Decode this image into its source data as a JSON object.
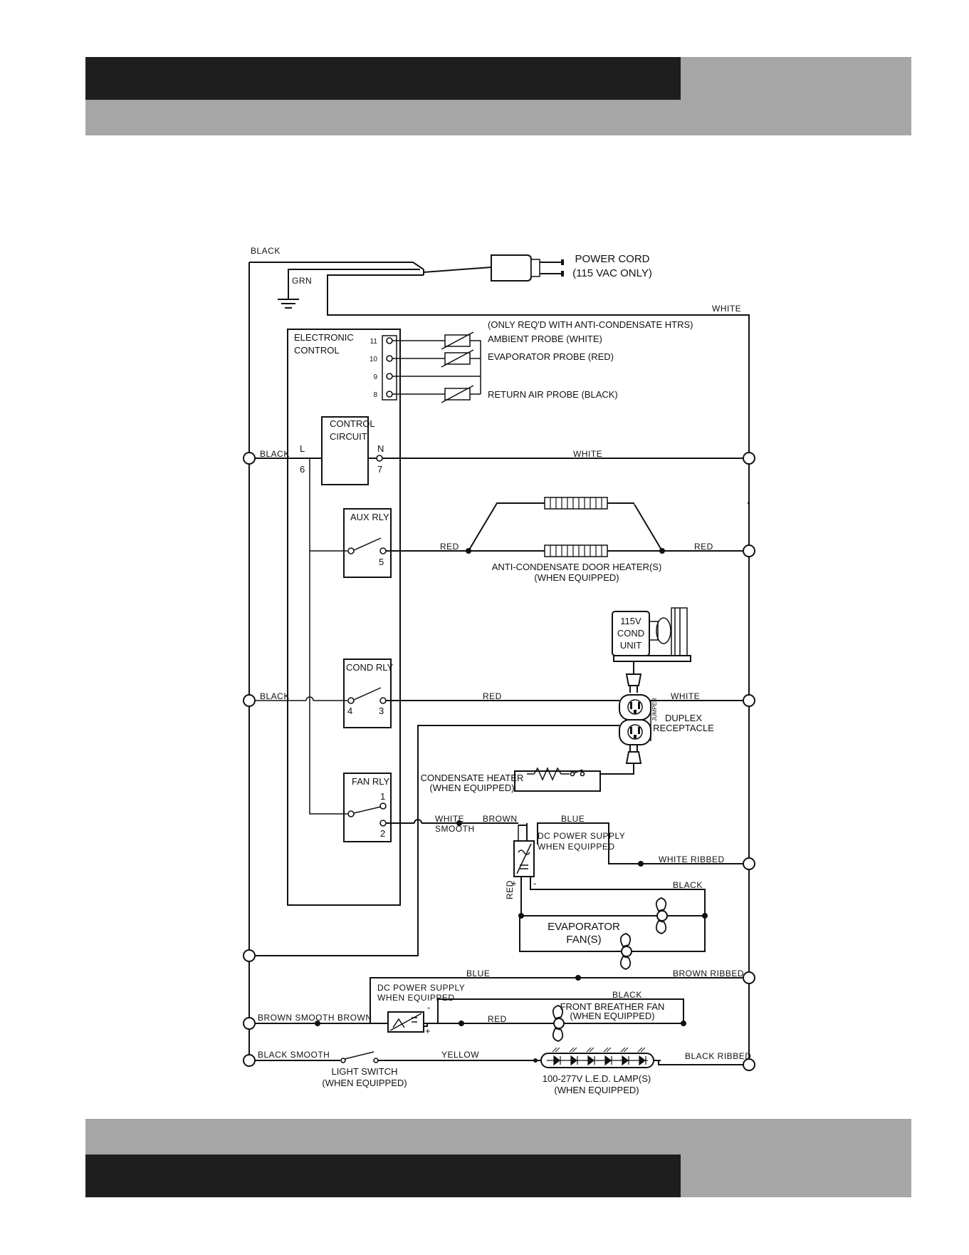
{
  "colors": {
    "dark_band": "#1e1e1e",
    "grey_band": "#a6a6a6",
    "line": "#111111"
  },
  "power_cord": {
    "line1": "POWER CORD",
    "line2": "(115 VAC ONLY)"
  },
  "electronic_control": {
    "line1": "ELECTRONIC",
    "line2": "CONTROL"
  },
  "probe_terminals": [
    "11",
    "10",
    "9",
    "8"
  ],
  "probes": {
    "note": "(ONLY REQ'D WITH ANTI-CONDENSATE HTRS)",
    "ambient": "AMBIENT PROBE (WHITE)",
    "evaporator": "EVAPORATOR PROBE (RED)",
    "return_air": "RETURN AIR PROBE (BLACK)"
  },
  "control_circuit": {
    "line1": "CONTROL",
    "line2": "CIRCUIT",
    "l": "L",
    "l_num": "6",
    "n": "N",
    "n_num": "7"
  },
  "aux_rly": {
    "label": "AUX RLY",
    "pin": "5"
  },
  "cond_rly": {
    "label": "COND RLY",
    "pin_a": "4",
    "pin_b": "3"
  },
  "fan_rly": {
    "label": "FAN RLY",
    "pin_1": "1",
    "pin_2": "2"
  },
  "anti_heater": {
    "line1": "ANTI-CONDENSATE DOOR HEATER(S)",
    "line2": "(WHEN EQUIPPED)"
  },
  "cond_unit": {
    "line1": "115V",
    "line2": "COND",
    "line3": "UNIT"
  },
  "duplex": {
    "line1": "DUPLEX",
    "line2": "RECEPTACLE",
    "jumper": "JUMPER"
  },
  "condensate_heater": {
    "line1": "CONDENSATE HEATER",
    "line2": "(WHEN EQUIPPED)"
  },
  "dc_supply_1": {
    "line1": "DC POWER SUPPLY",
    "line2": "WHEN EQUIPPED"
  },
  "dc_supply_2": {
    "line1": "DC POWER SUPPLY",
    "line2": "WHEN EQUIPPED"
  },
  "evap_fans": {
    "line1": "EVAPORATOR",
    "line2": "FAN(S)"
  },
  "front_fan": {
    "line1": "FRONT BREATHER FAN",
    "line2": "(WHEN EQUIPPED)"
  },
  "light_switch": {
    "line1": "LIGHT SWITCH",
    "line2": "(WHEN EQUIPPED)"
  },
  "led_lamp": {
    "line1": "100-277V L.E.D. LAMP(S)",
    "line2": "(WHEN EQUIPPED)"
  },
  "polarity": {
    "plus": "+",
    "minus": "-"
  },
  "wires": {
    "black_top": "BLACK",
    "grn": "GRN",
    "white_top": "WHITE",
    "black_l6": "BLACK",
    "white_n7": "WHITE",
    "red_aux": "RED",
    "red_aux_right": "RED",
    "black_cond": "BLACK",
    "red_cond": "RED",
    "white_cond": "WHITE",
    "white_smooth_1": "WHITE",
    "white_smooth_2": "SMOOTH",
    "brown_fan": "BROWN",
    "blue_fan": "BLUE",
    "white_ribbed": "WHITE RIBBED",
    "red_vert": "RED",
    "black_evap": "BLACK",
    "blue_lower": "BLUE",
    "brown_ribbed": "BROWN RIBBED",
    "black_front": "BLACK",
    "brown_smooth": "BROWN SMOOTH",
    "brown_front": "BROWN",
    "red_front": "RED",
    "black_smooth": "BLACK SMOOTH",
    "yellow": "YELLOW",
    "black_ribbed": "BLACK RIBBED"
  }
}
